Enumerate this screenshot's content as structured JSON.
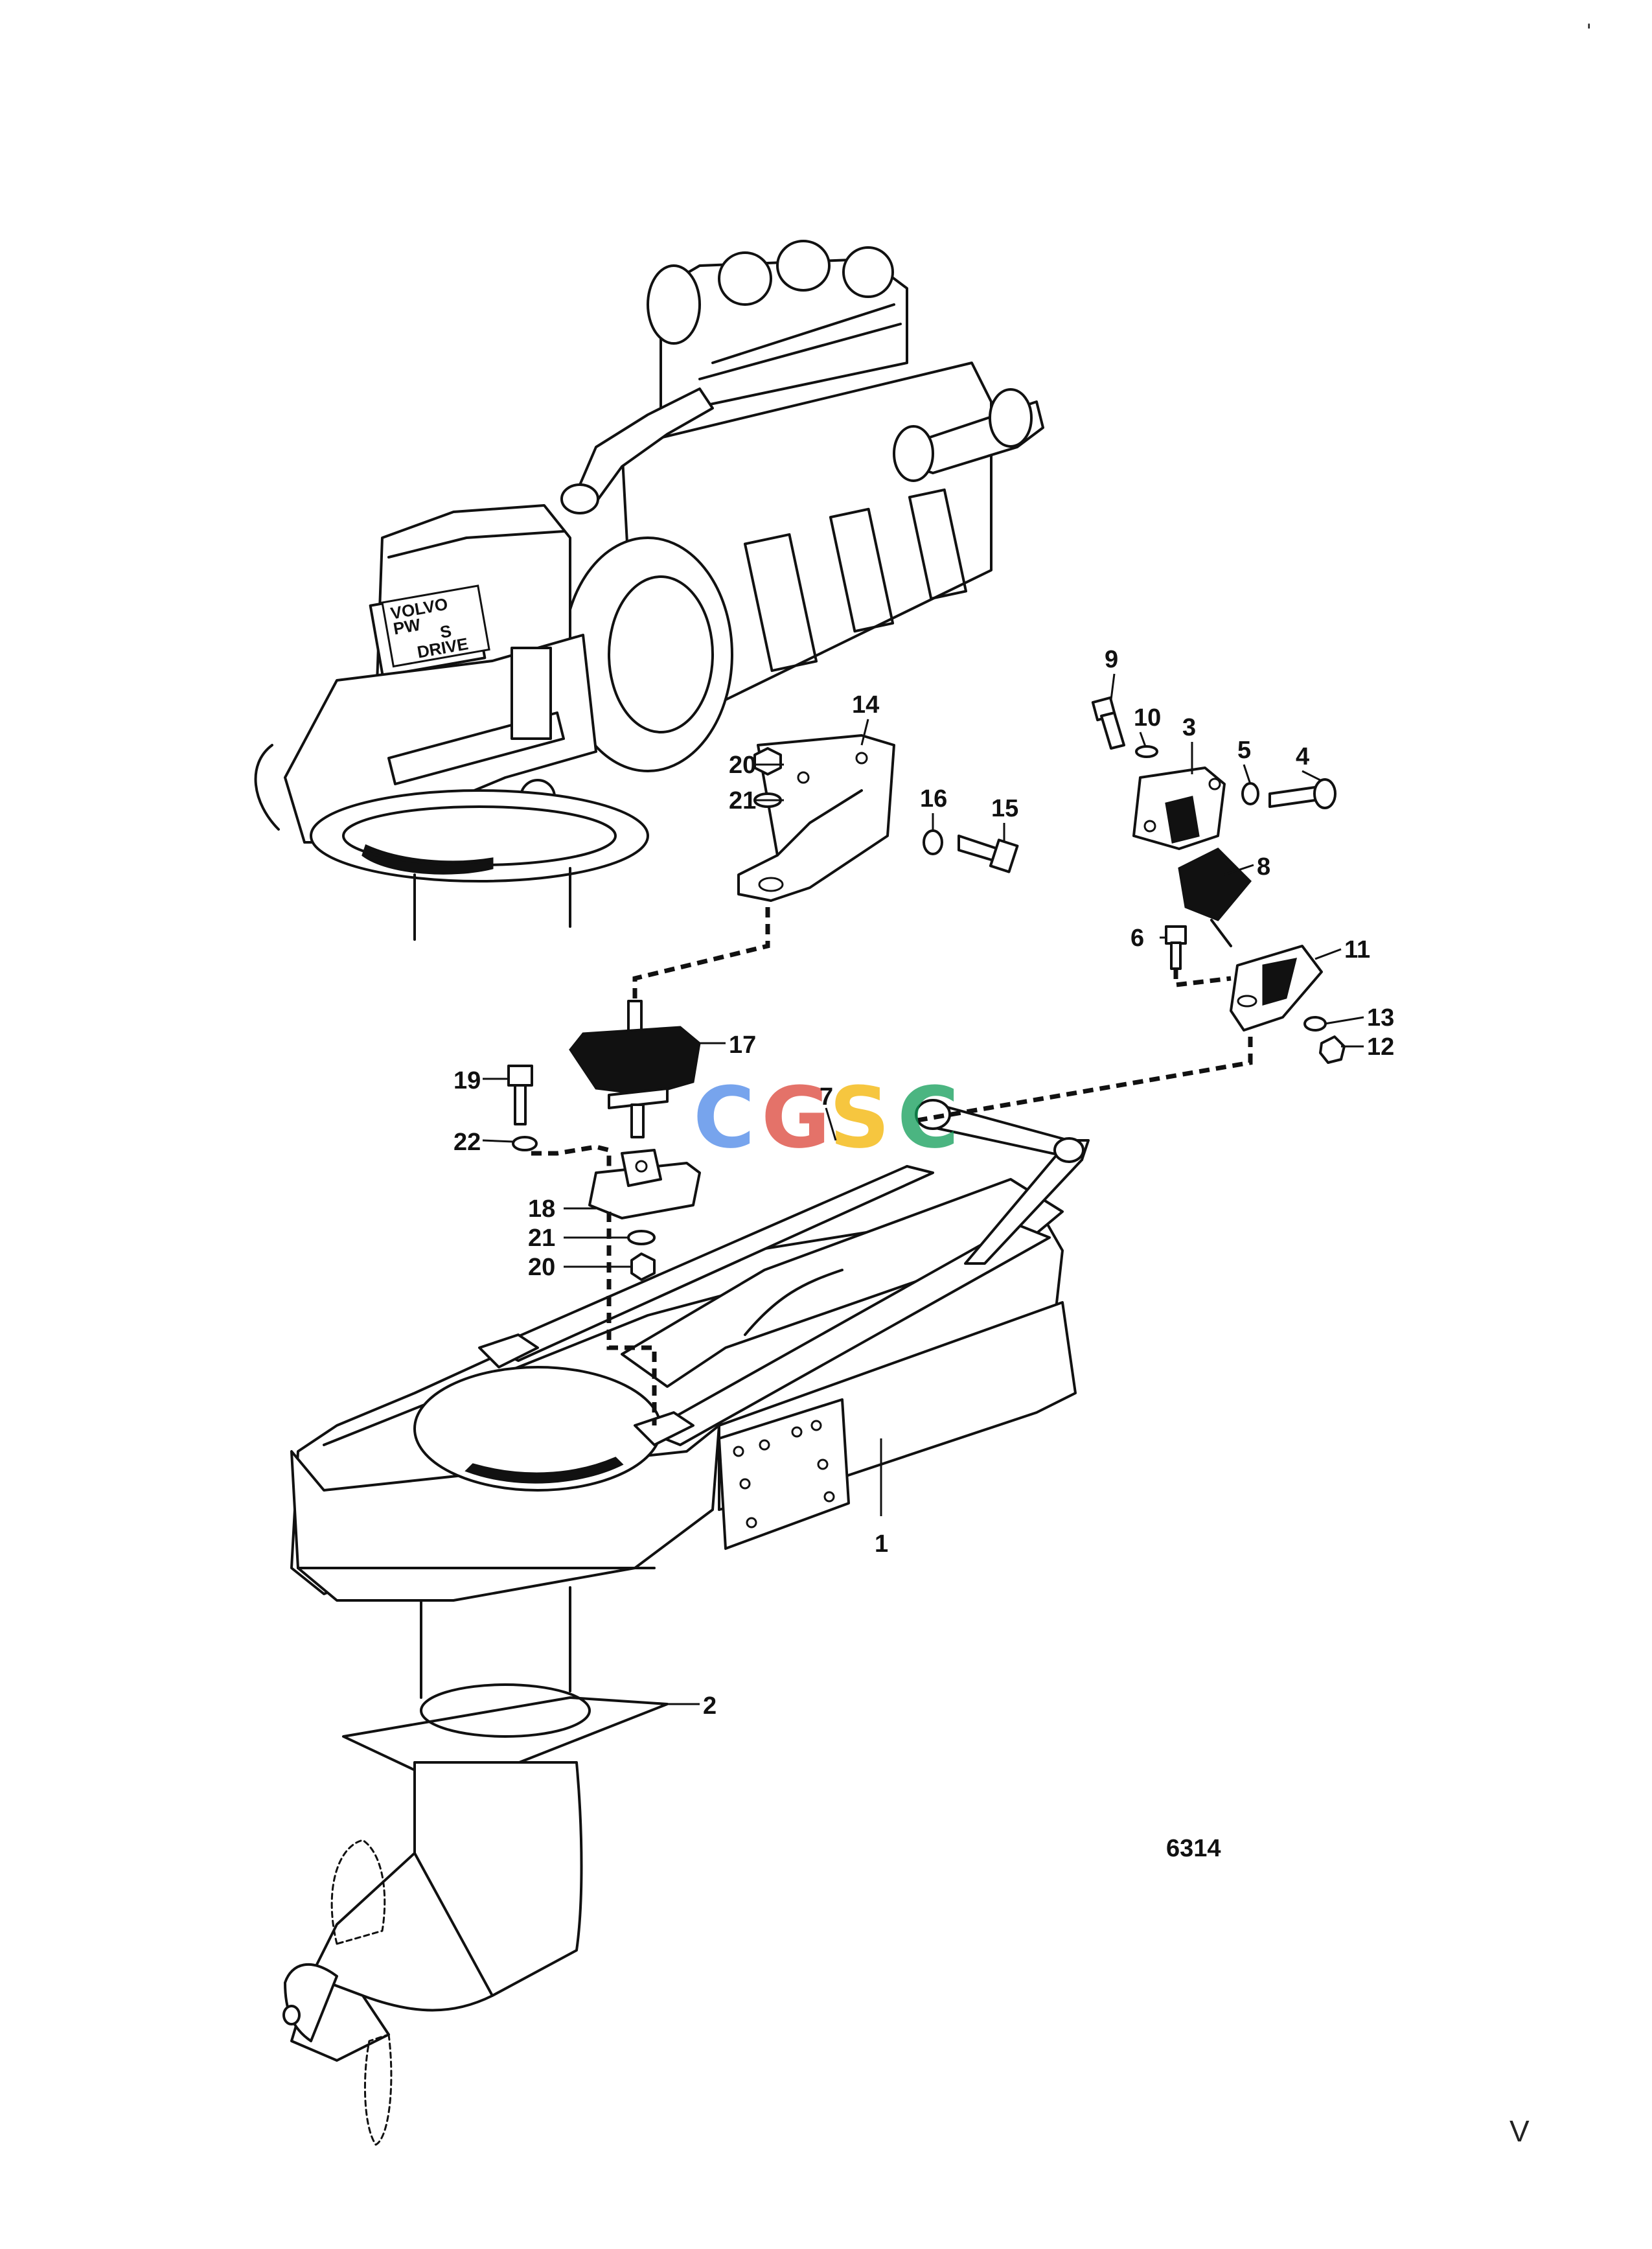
{
  "drawing_number": "6314",
  "engine_badge": {
    "brand": "VOLVO",
    "sub": "PW",
    "mark": "S",
    "word": "DRIVE"
  },
  "watermark": {
    "text": "CGSC",
    "letters": [
      "C",
      "G",
      "S",
      "C"
    ],
    "colors": [
      "#4a86e8",
      "#db4437",
      "#f4b400",
      "#0f9d58"
    ]
  },
  "stray_marks": [
    "ˈ",
    "V"
  ],
  "callouts": [
    "1",
    "2",
    "3",
    "4",
    "5",
    "6",
    "7",
    "8",
    "9",
    "10",
    "11",
    "12",
    "13",
    "14",
    "15",
    "16",
    "17",
    "18",
    "19",
    "20",
    "21",
    "22",
    "20",
    "21"
  ]
}
